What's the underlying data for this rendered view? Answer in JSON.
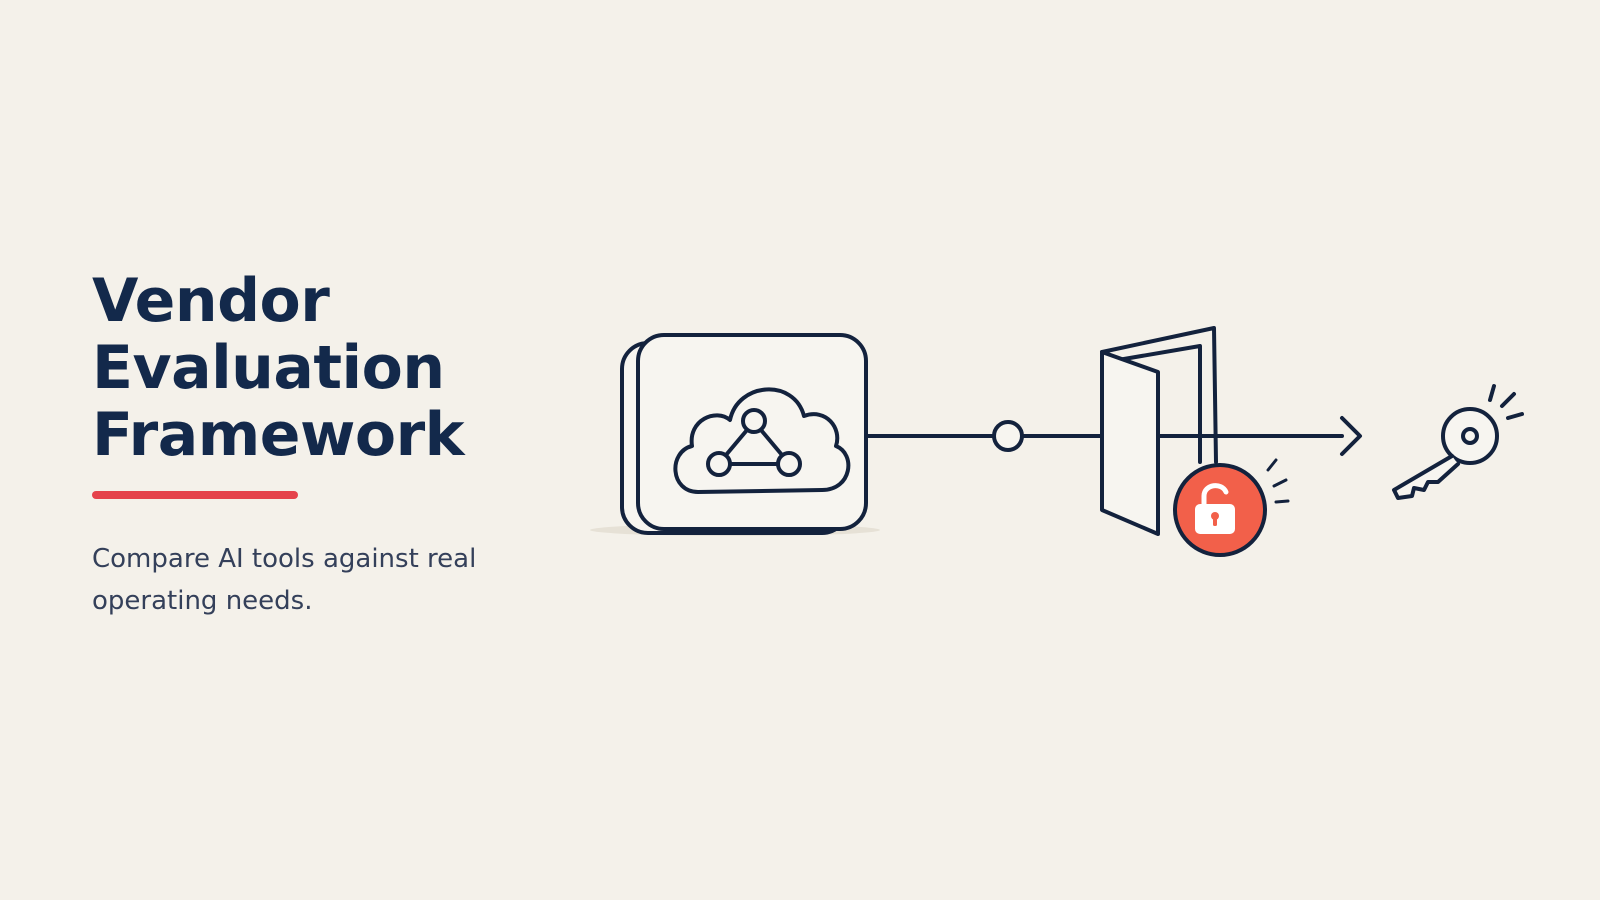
{
  "slide": {
    "title_lines": [
      "Vendor",
      "Evaluation",
      "Framework"
    ],
    "subtitle": "Compare AI tools against real operating needs."
  },
  "colors": {
    "background": "#f4f1ea",
    "title": "#13294b",
    "accent": "#e5424b",
    "lock_badge": "#f2604a",
    "outline": "#13223d"
  },
  "illustration": {
    "icons": [
      "cloud-network-card-icon",
      "connector-node-icon",
      "open-door-icon",
      "unlocked-padlock-icon",
      "arrow-icon",
      "key-icon"
    ]
  }
}
